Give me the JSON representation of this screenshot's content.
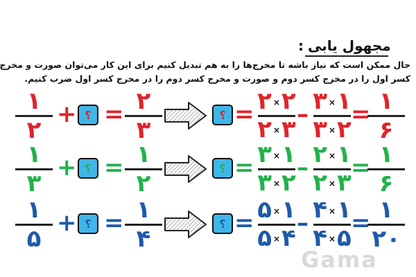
{
  "title": "مجهول یابی",
  "title_colon": ":",
  "description": [
    "حال ممکن است که نیاز باشه تا مخرج‌ها را به هم تبدیل کنیم برای این کار می‌توان صورت و مخرج",
    "کسر اول را در مخرج کسر دوم و صورت و مخرج کسر دوم را در مخرج کسر اول ضرب کنیم."
  ],
  "question_mark": "؟",
  "mult_sign": "×",
  "rows": [
    {
      "color": "#e0242c",
      "left": {
        "num": "۱",
        "den": "۲"
      },
      "plus": "+",
      "eq1": "=",
      "right": {
        "num": "۲",
        "den": "۳"
      },
      "eq2": "=",
      "m1": {
        "num": "۲",
        "num_mul": "۲",
        "den": "۳",
        "den_mul": "۲"
      },
      "minus": "–",
      "m2": {
        "num": "۱",
        "num_mul": "۳",
        "den": "۲",
        "den_mul": "۳"
      },
      "eq3": "=",
      "result": {
        "num": "۱",
        "den": "۶"
      }
    },
    {
      "color": "#21b24b",
      "left": {
        "num": "۱",
        "den": "۳"
      },
      "plus": "+",
      "eq1": "=",
      "right": {
        "num": "۱",
        "den": "۲"
      },
      "eq2": "=",
      "m1": {
        "num": "۱",
        "num_mul": "۳",
        "den": "۲",
        "den_mul": "۳"
      },
      "minus": "–",
      "m2": {
        "num": "۱",
        "num_mul": "۲",
        "den": "۳",
        "den_mul": "۲"
      },
      "eq3": "=",
      "result": {
        "num": "۱",
        "den": "۶"
      }
    },
    {
      "color": "#1f5aa8",
      "left": {
        "num": "۱",
        "den": "۵"
      },
      "plus": "+",
      "eq1": "=",
      "right": {
        "num": "۱",
        "den": "۴"
      },
      "eq2": "=",
      "m1": {
        "num": "۱",
        "num_mul": "۵",
        "den": "۴",
        "den_mul": "۵"
      },
      "minus": "–",
      "m2": {
        "num": "۱",
        "num_mul": "۴",
        "den": "۵",
        "den_mul": "۴"
      },
      "eq3": "=",
      "result": {
        "num": "۱",
        "den": "۲۰"
      }
    }
  ],
  "watermark": "Gama",
  "colors": {
    "box": "#3fb6e8",
    "text": "#111111"
  }
}
